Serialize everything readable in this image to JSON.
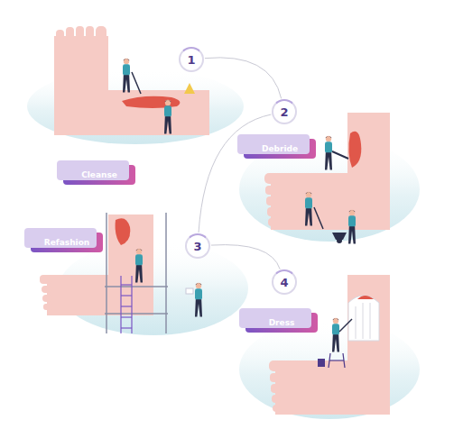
{
  "diagram": {
    "nodes": [
      {
        "text": [
          "1"
        ]
      },
      {
        "text": [
          "Cleanse"
        ]
      },
      {
        "text": [
          "2"
        ]
      },
      {
        "text": [
          "Debride"
        ]
      },
      {
        "text": [
          "3"
        ]
      },
      {
        "text": [
          "Refashion"
        ]
      },
      {
        "text": [
          "4"
        ]
      },
      {
        "text": [
          "Dress"
        ]
      }
    ],
    "edges": [
      {
        "from": 0,
        "to": 2,
        "arrow": "none"
      },
      {
        "from": 2,
        "to": 4,
        "arrow": "none"
      },
      {
        "from": 4,
        "to": 6,
        "arrow": "none"
      }
    ]
  }
}
